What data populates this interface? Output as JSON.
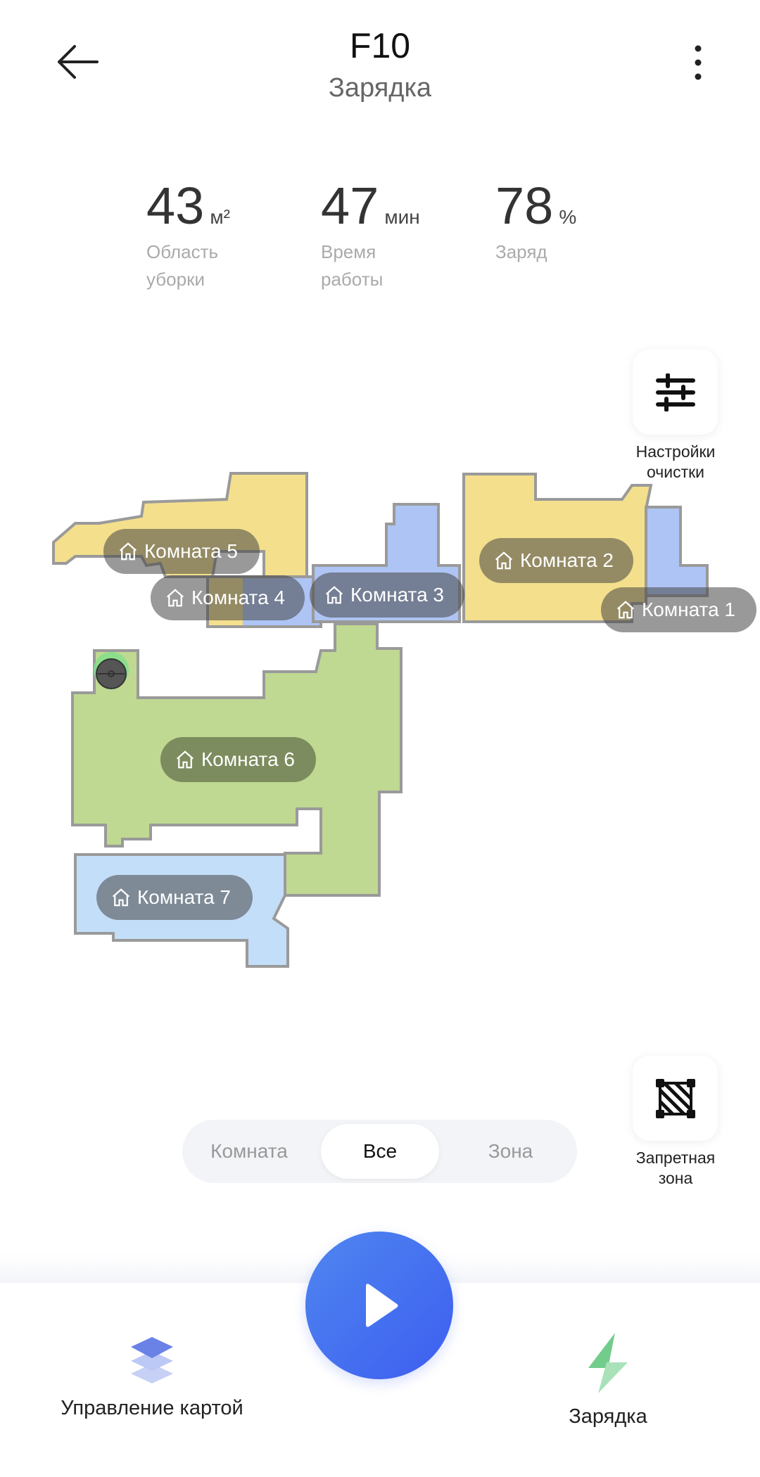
{
  "header": {
    "title": "F10",
    "subtitle": "Зарядка",
    "back_icon": "arrow-left-icon",
    "menu_icon": "more-vertical-icon"
  },
  "stats": [
    {
      "value": "43",
      "unit": "м²",
      "label_line1": "Область",
      "label_line2": "уборки"
    },
    {
      "value": "47",
      "unit": "мин",
      "label_line1": "Время",
      "label_line2": "работы"
    },
    {
      "value": "78",
      "unit": "%",
      "label_line1": "Заряд",
      "label_line2": ""
    }
  ],
  "side_buttons": {
    "settings": {
      "icon": "sliders-icon",
      "label_line1": "Настройки",
      "label_line2": "очистки"
    },
    "forbidden": {
      "icon": "no-go-zone-icon",
      "label_line1": "Запретная",
      "label_line2": "зона"
    }
  },
  "map": {
    "colors": {
      "yellow": "#f4df8c",
      "blue": "#aec4f4",
      "green": "#bfd892",
      "lightblue": "#c3def8",
      "wall": "#9a9a9a"
    },
    "rooms": [
      {
        "label": "Комната 1"
      },
      {
        "label": "Комната 2"
      },
      {
        "label": "Комната 3"
      },
      {
        "label": "Комната 4"
      },
      {
        "label": "Комната 5"
      },
      {
        "label": "Комната 6"
      },
      {
        "label": "Комната 7"
      }
    ]
  },
  "mode_selector": {
    "options": [
      "Комната",
      "Все",
      "Зона"
    ],
    "selected": "Все"
  },
  "bottom_nav": {
    "map_management": "Управление картой",
    "charge": "Зарядка",
    "play_icon": "play-icon",
    "accent": "#4a6cf0"
  }
}
